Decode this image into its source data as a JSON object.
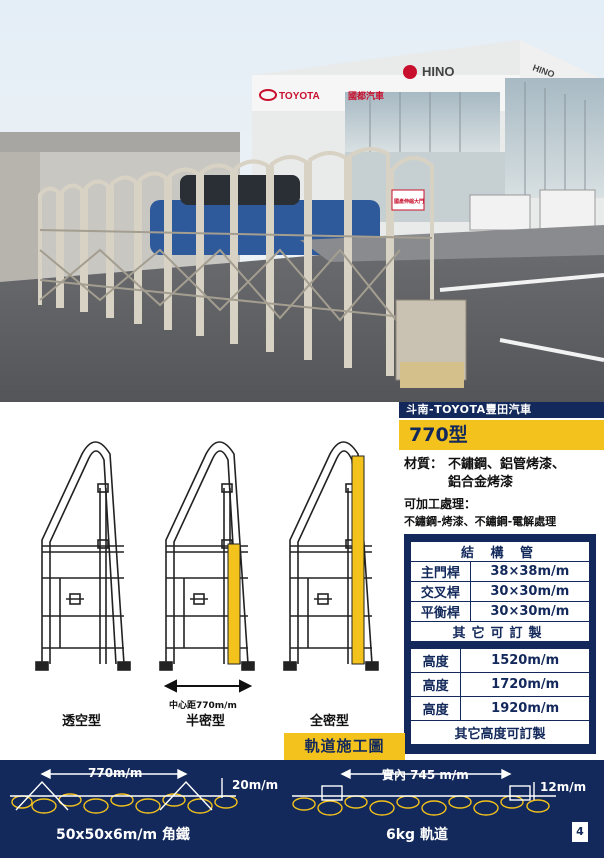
{
  "photo": {
    "signs": {
      "toyota": "TOYOTA",
      "dealer": "國都汽車",
      "hino": "HINO"
    },
    "gate_sign": "國產伸縮大門"
  },
  "caption": "斗南-TOYOTA豐田汽車",
  "model": "770型",
  "material": {
    "label": "材質：",
    "line1": "不鏽鋼、鋁管烤漆、",
    "line2": "鋁合金烤漆"
  },
  "process": {
    "title": "可加工處理：",
    "text": "不鏽鋼-烤漆、不鏽鋼-電解處理"
  },
  "structure_table": {
    "title": "結 構 管",
    "rows": [
      {
        "name": "主門桿",
        "spec": "38×38m/m"
      },
      {
        "name": "交叉桿",
        "spec": "30×30m/m"
      },
      {
        "name": "平衡桿",
        "spec": "30×30m/m"
      }
    ],
    "footer": "其它可訂製"
  },
  "height_table": {
    "rows": [
      {
        "name": "高度",
        "value": "1520m/m"
      },
      {
        "name": "高度",
        "value": "1720m/m"
      },
      {
        "name": "高度",
        "value": "1920m/m"
      }
    ],
    "footer": "其它高度可訂製"
  },
  "diagrams": {
    "labels": [
      "透空型",
      "半密型",
      "全密型"
    ],
    "center_distance": "中心距770m/m"
  },
  "track": {
    "title": "軌道施工圖",
    "left_width": "770m/m",
    "left_depth": "20m/m",
    "left_label": "50x50x6m/m 角鐵",
    "right_width": "實內 745 m/m",
    "right_depth": "12m/m",
    "right_label": "6kg 軌道"
  },
  "page_number": "4",
  "colors": {
    "navy": "#13295b",
    "yellow": "#f4c21c",
    "steel": "#b8b3a8"
  }
}
